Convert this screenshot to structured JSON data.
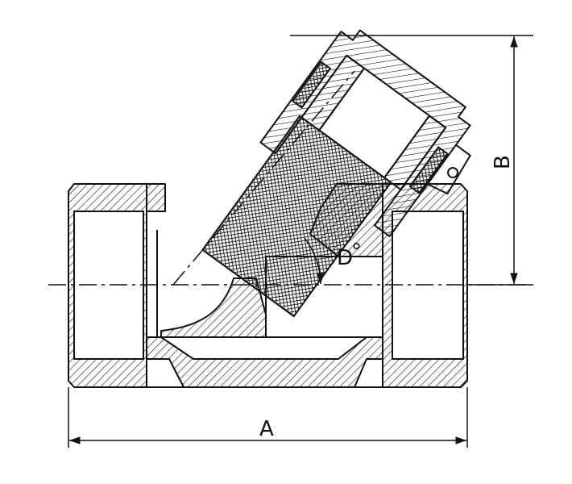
{
  "drawing": {
    "type": "y-strainer-section",
    "line_color": "#111111",
    "background": "#ffffff"
  },
  "labels": {
    "dim_a": "A",
    "dim_b": "B",
    "angle": "D",
    "angle_unit": "°"
  }
}
